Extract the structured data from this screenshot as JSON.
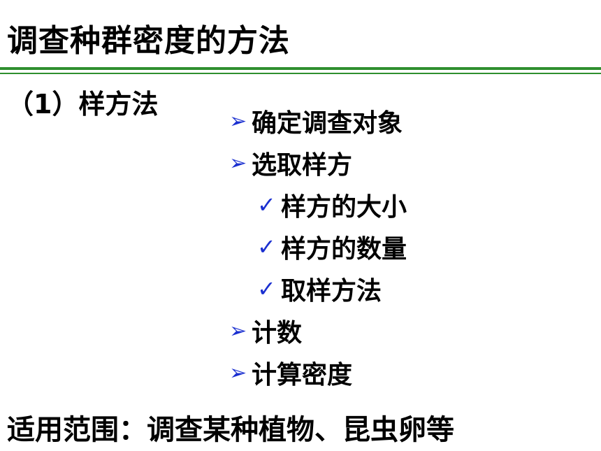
{
  "slide": {
    "title": "调查种群密度的方法",
    "subheading": "（1）样方法",
    "bullets": [
      {
        "marker": "➢",
        "text": "确定调查对象"
      },
      {
        "marker": "➢",
        "text": "选取样方"
      },
      {
        "marker": "✓",
        "text": "样方的大小"
      },
      {
        "marker": "✓",
        "text": "样方的数量"
      },
      {
        "marker": "✓",
        "text": "取样方法"
      },
      {
        "marker": "➢",
        "text": "计数"
      },
      {
        "marker": "➢",
        "text": "计算密度"
      }
    ],
    "footer": "适用范围：调查某种植物、昆虫卵等"
  },
  "colors": {
    "rule": "#2f8f2f",
    "bullet_marker": "#1a2fd0",
    "text": "#000000"
  }
}
